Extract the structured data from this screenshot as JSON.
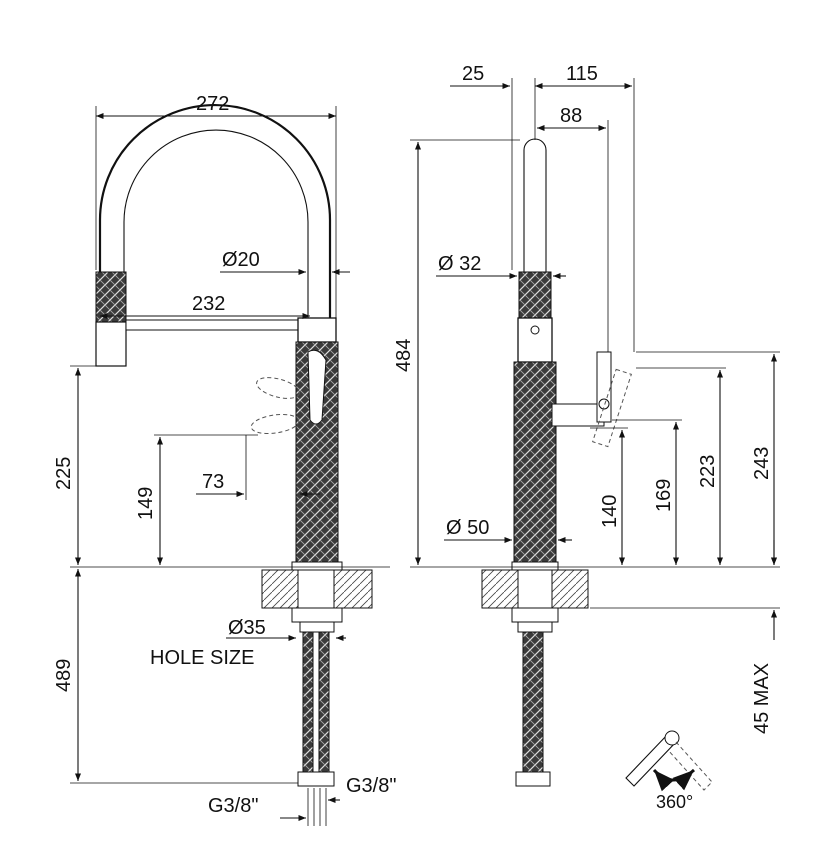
{
  "front_view": {
    "width_272": "272",
    "dia_20": "Ø20",
    "spout_232": "232",
    "height_225": "225",
    "lever_149": "149",
    "lever_73": "73",
    "hole_dia": "Ø35",
    "hole_label": "HOLE SIZE",
    "below_489": "489",
    "conn_left": "G3/8\"",
    "conn_right": "G3/8\""
  },
  "side_view": {
    "offset_25": "25",
    "reach_115": "115",
    "reach_88": "88",
    "height_484": "484",
    "dia_32": "Ø 32",
    "dia_50": "Ø 50",
    "h_140": "140",
    "h_169": "169",
    "h_223": "223",
    "h_243": "243",
    "deck_max": "45 MAX",
    "rotation": "360°"
  }
}
